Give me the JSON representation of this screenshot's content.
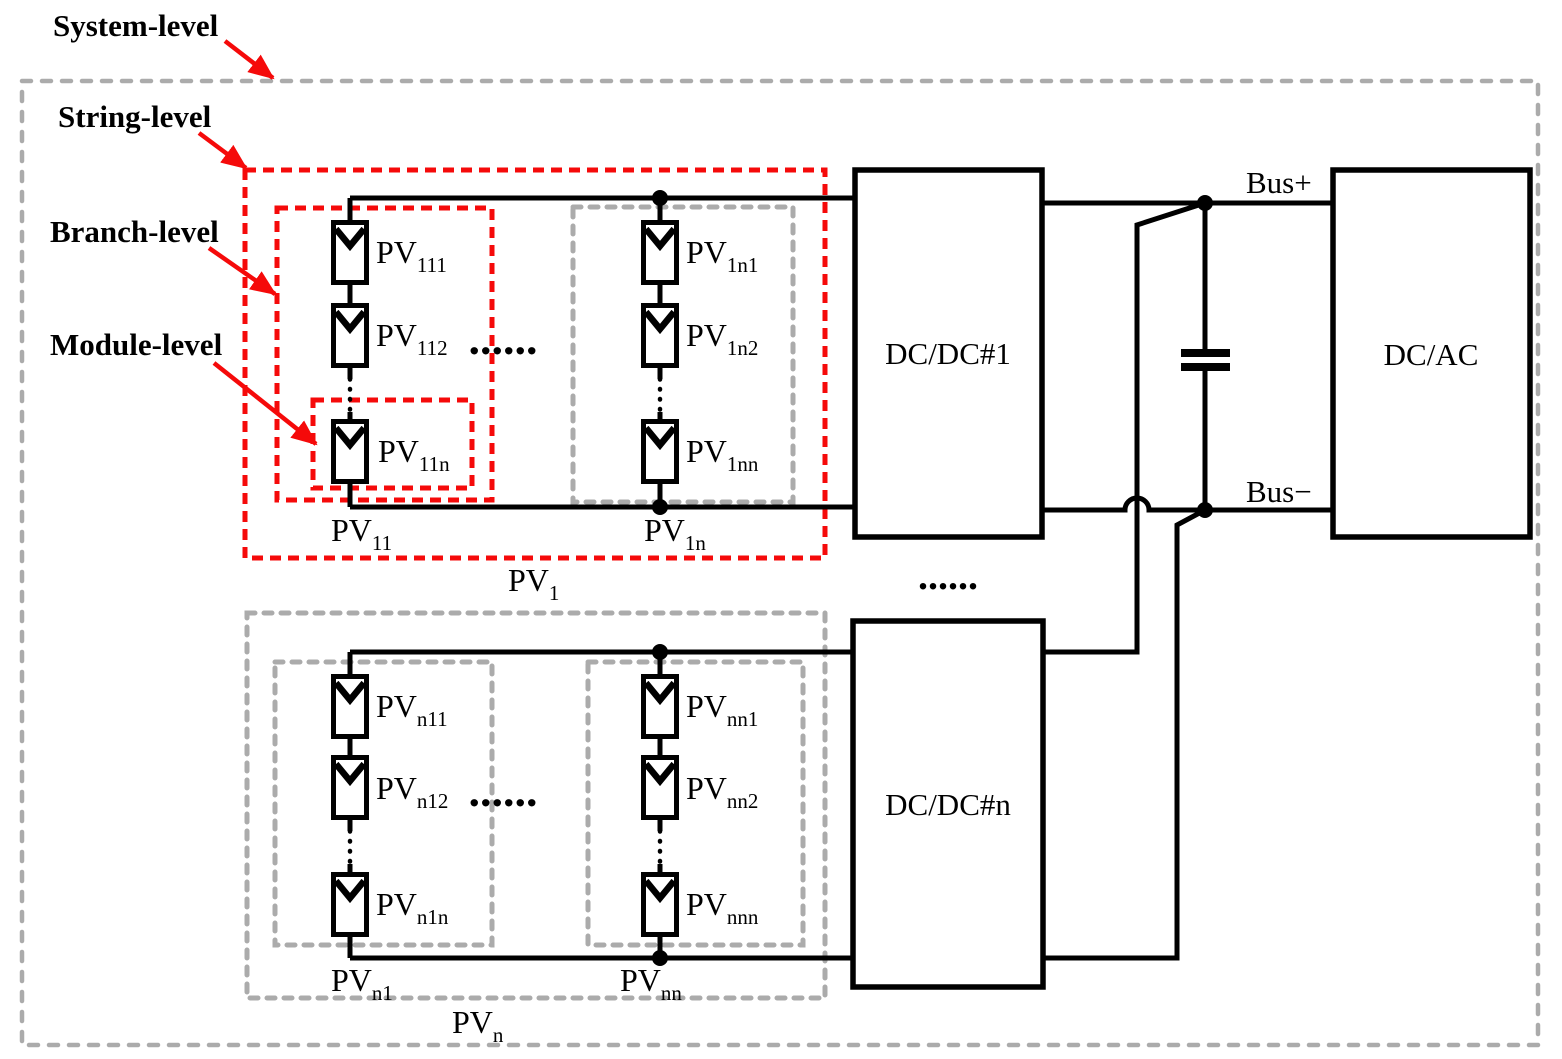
{
  "colors": {
    "red": "#f50a0a",
    "gray": "#ababab",
    "line": "#000000"
  },
  "annotations": {
    "system_level": "System-level",
    "string_level": "String-level",
    "branch_level": "Branch-level",
    "module_level": "Module-level"
  },
  "bus": {
    "plus": "Bus+",
    "minus": "Bus−"
  },
  "blocks": {
    "dcdc1": "DC/DC#1",
    "dcdcn": "DC/DC#n",
    "dcac": "DC/AC"
  },
  "dots": {
    "between_branches_top": "......",
    "between_converters": "......",
    "between_branches_bottom": "......"
  },
  "pv": {
    "s1b1m1": {
      "main": "PV",
      "sub": "111"
    },
    "s1b1m2": {
      "main": "PV",
      "sub": "112"
    },
    "s1b1m3": {
      "main": "PV",
      "sub": "11n"
    },
    "s1b2m1": {
      "main": "PV",
      "sub": "1n1"
    },
    "s1b2m2": {
      "main": "PV",
      "sub": "1n2"
    },
    "s1b2m3": {
      "main": "PV",
      "sub": "1nn"
    },
    "s1b1": {
      "main": "PV",
      "sub": "11"
    },
    "s1b2": {
      "main": "PV",
      "sub": "1n"
    },
    "s1": {
      "main": "PV",
      "sub": "1"
    },
    "s2b1m1": {
      "main": "PV",
      "sub": "n11"
    },
    "s2b1m2": {
      "main": "PV",
      "sub": "n12"
    },
    "s2b1m3": {
      "main": "PV",
      "sub": "n1n"
    },
    "s2b2m1": {
      "main": "PV",
      "sub": "nn1"
    },
    "s2b2m2": {
      "main": "PV",
      "sub": "nn2"
    },
    "s2b2m3": {
      "main": "PV",
      "sub": "nnn"
    },
    "s2b1": {
      "main": "PV",
      "sub": "n1"
    },
    "s2b2": {
      "main": "PV",
      "sub": "nn"
    },
    "s2": {
      "main": "PV",
      "sub": "n"
    }
  }
}
